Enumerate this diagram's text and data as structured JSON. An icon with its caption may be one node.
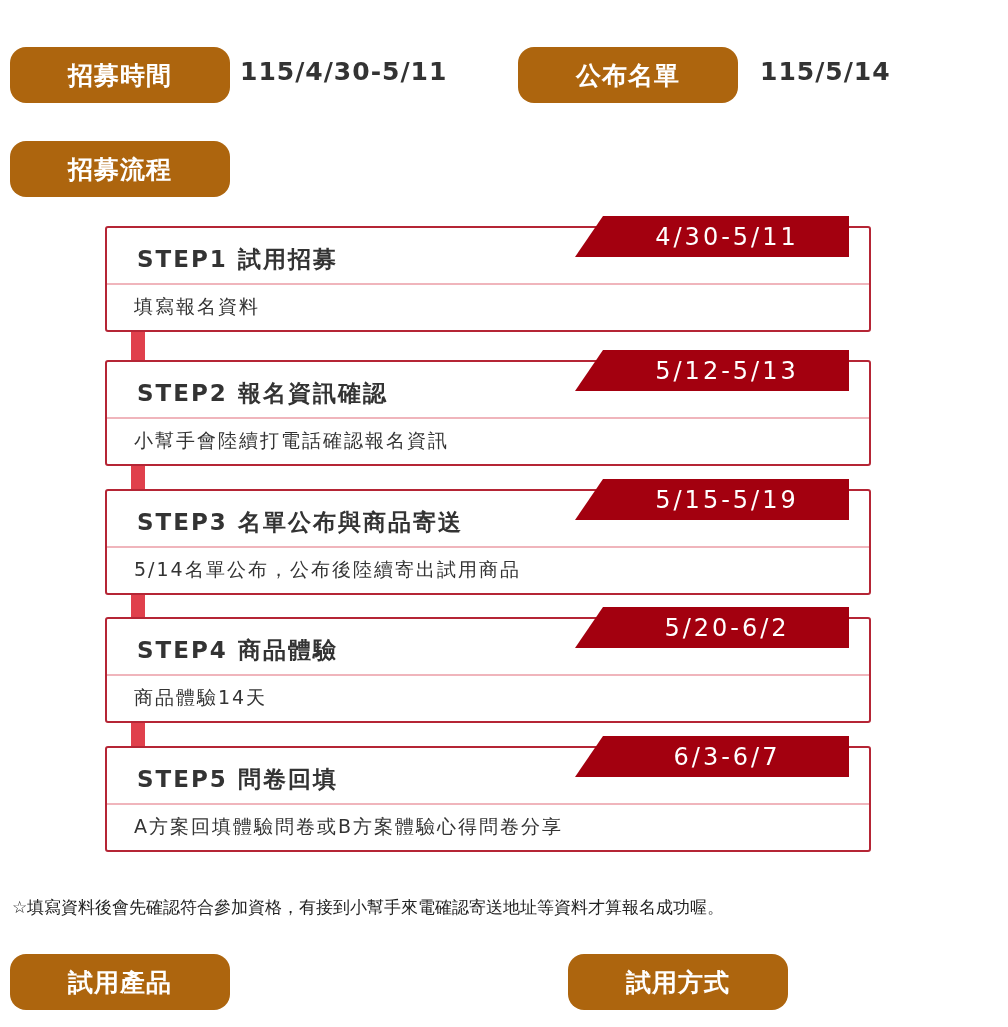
{
  "diagram": {
    "nodes": [
      {
        "text": [
          "招募時間"
        ],
        "beside": [
          "115/4/30-5/11"
        ]
      },
      {
        "text": [
          "公布名單"
        ],
        "beside": [
          "115/5/14"
        ]
      },
      {
        "text": [
          "招募流程"
        ]
      },
      {
        "text": [
          "STEP1 試用招募",
          "填寫報名資料"
        ]
      },
      {
        "text": [
          "4/30-5/11"
        ]
      },
      {
        "text": [
          "STEP2 報名資訊確認",
          "小幫手會陸續打電話確認報名資訊"
        ]
      },
      {
        "text": [
          "5/12-5/13"
        ]
      },
      {
        "text": [
          "STEP3 名單公布與商品寄送",
          "5/14名單公布，公布後陸續寄出試用商品"
        ]
      },
      {
        "text": [
          "5/15-5/19"
        ]
      },
      {
        "text": [
          "STEP4 商品體驗",
          "商品體驗14天"
        ]
      },
      {
        "text": [
          "5/20-6/2"
        ]
      },
      {
        "text": [
          "STEP5 問卷回填",
          "A方案回填體驗問卷或B方案體驗心得問卷分享"
        ]
      },
      {
        "text": [
          "6/3-6/7"
        ]
      },
      {
        "text": [
          "試用產品"
        ]
      },
      {
        "text": [
          "試用方式"
        ]
      }
    ],
    "edges": [
      {
        "from": 3,
        "to": 5,
        "arrow": "none"
      },
      {
        "from": 5,
        "to": 7,
        "arrow": "none"
      },
      {
        "from": 7,
        "to": 9,
        "arrow": "none"
      },
      {
        "from": 9,
        "to": 11,
        "arrow": "none"
      }
    ],
    "labels": [
      "☆填寫資料後會先確認符合參加資格，有接到小幫手來電確認寄送地址等資料才算報名成功喔。"
    ]
  }
}
